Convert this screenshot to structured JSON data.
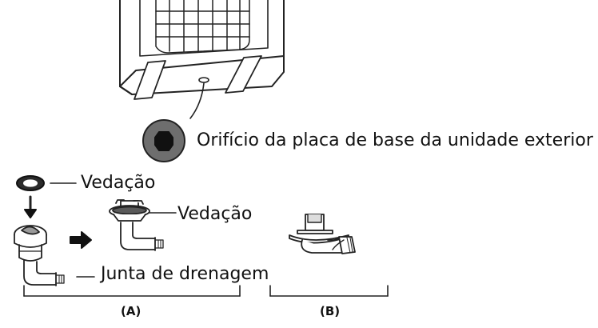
{
  "labels": {
    "hole": "Orifício da placa de base da unidade exterior",
    "seal_left": "Vedação",
    "seal_right": "Vedação",
    "drain_joint": "Junta de drenagem"
  },
  "sections": {
    "a": "(A)",
    "b": "(B)"
  }
}
